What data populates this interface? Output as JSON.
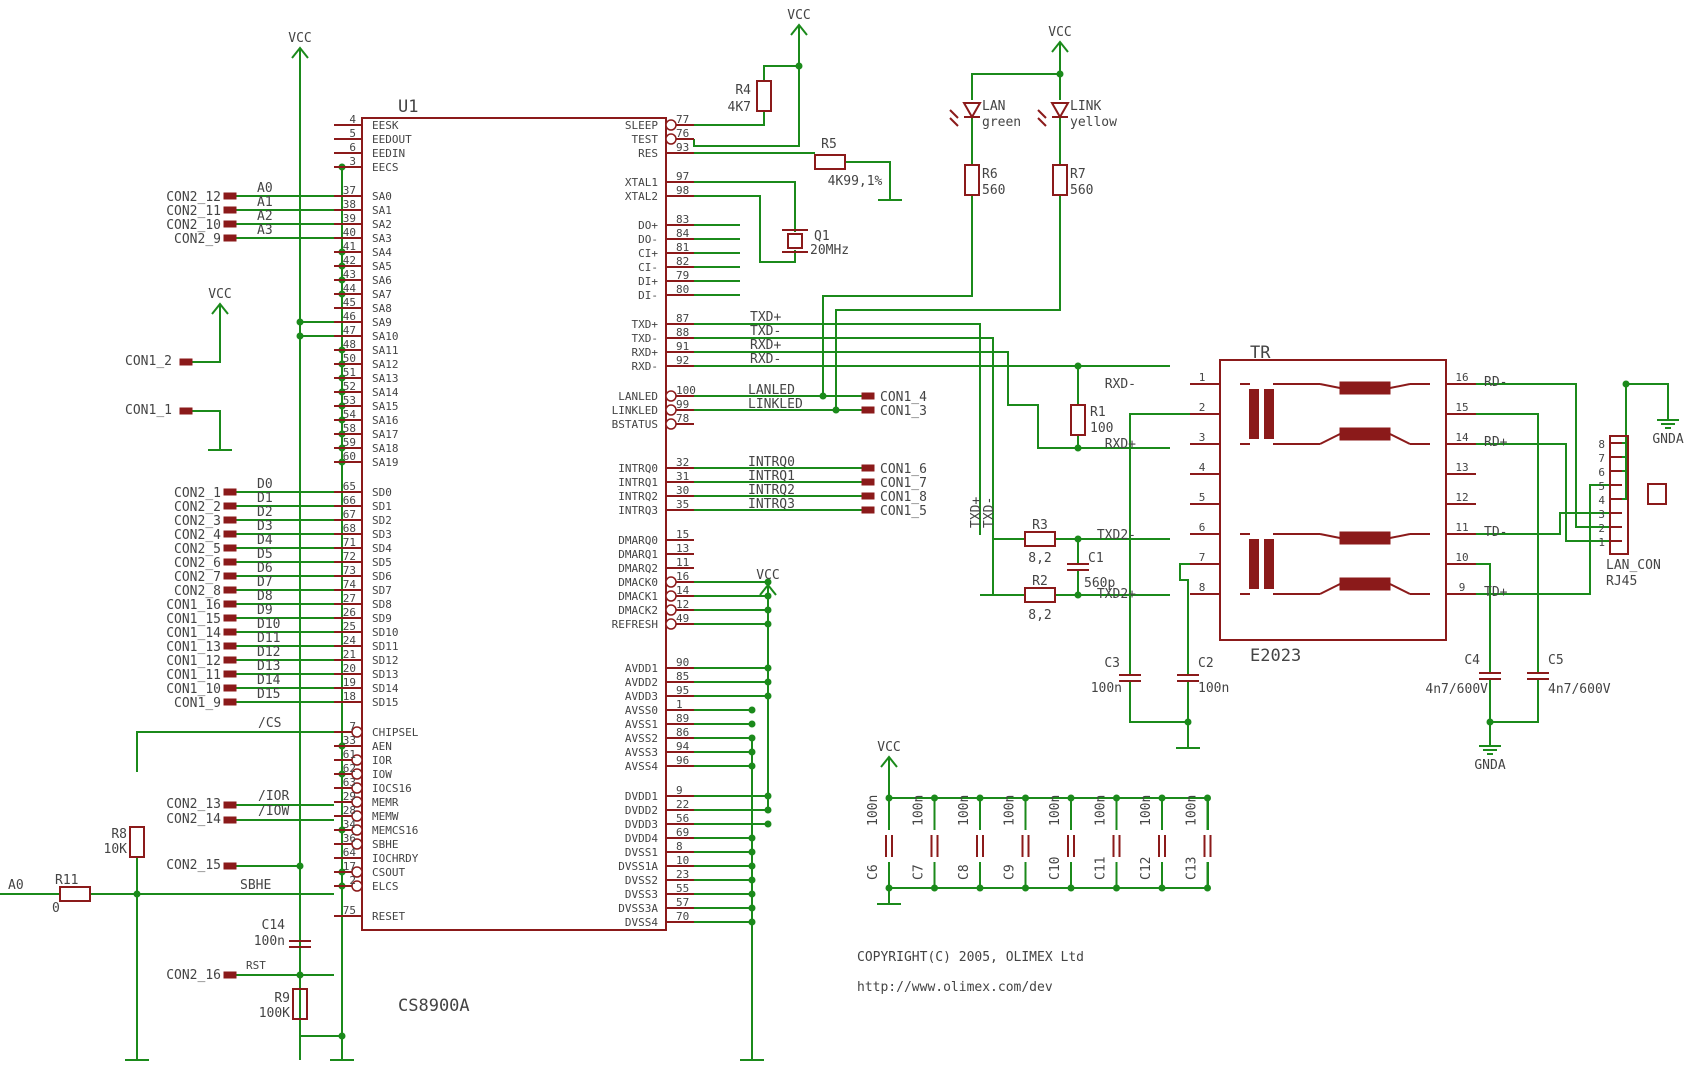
{
  "power": {
    "vcc": "VCC",
    "gnda": "GNDA"
  },
  "u1": {
    "ref": "U1",
    "value": "CS8900A",
    "left_pins": [
      {
        "num": "4",
        "name": "EESK"
      },
      {
        "num": "5",
        "name": "EEDOUT"
      },
      {
        "num": "6",
        "name": "EEDIN"
      },
      {
        "num": "3",
        "name": "EECS"
      },
      {
        "num": "37",
        "name": "SA0"
      },
      {
        "num": "38",
        "name": "SA1"
      },
      {
        "num": "39",
        "name": "SA2"
      },
      {
        "num": "40",
        "name": "SA3"
      },
      {
        "num": "41",
        "name": "SA4"
      },
      {
        "num": "42",
        "name": "SA5"
      },
      {
        "num": "43",
        "name": "SA6"
      },
      {
        "num": "44",
        "name": "SA7"
      },
      {
        "num": "45",
        "name": "SA8"
      },
      {
        "num": "46",
        "name": "SA9"
      },
      {
        "num": "47",
        "name": "SA10"
      },
      {
        "num": "48",
        "name": "SA11"
      },
      {
        "num": "50",
        "name": "SA12"
      },
      {
        "num": "51",
        "name": "SA13"
      },
      {
        "num": "52",
        "name": "SA14"
      },
      {
        "num": "53",
        "name": "SA15"
      },
      {
        "num": "54",
        "name": "SA16"
      },
      {
        "num": "58",
        "name": "SA17"
      },
      {
        "num": "59",
        "name": "SA18"
      },
      {
        "num": "60",
        "name": "SA19"
      },
      {
        "num": "65",
        "name": "SD0"
      },
      {
        "num": "66",
        "name": "SD1"
      },
      {
        "num": "67",
        "name": "SD2"
      },
      {
        "num": "68",
        "name": "SD3"
      },
      {
        "num": "71",
        "name": "SD4"
      },
      {
        "num": "72",
        "name": "SD5"
      },
      {
        "num": "73",
        "name": "SD6"
      },
      {
        "num": "74",
        "name": "SD7"
      },
      {
        "num": "27",
        "name": "SD8"
      },
      {
        "num": "26",
        "name": "SD9"
      },
      {
        "num": "25",
        "name": "SD10"
      },
      {
        "num": "24",
        "name": "SD11"
      },
      {
        "num": "21",
        "name": "SD12"
      },
      {
        "num": "20",
        "name": "SD13"
      },
      {
        "num": "19",
        "name": "SD14"
      },
      {
        "num": "18",
        "name": "SD15"
      },
      {
        "num": "7",
        "name": "CHIPSEL"
      },
      {
        "num": "33",
        "name": "AEN"
      },
      {
        "num": "61",
        "name": "IOR"
      },
      {
        "num": "62",
        "name": "IOW"
      },
      {
        "num": "63",
        "name": "IOCS16"
      },
      {
        "num": "29",
        "name": "MEMR"
      },
      {
        "num": "28",
        "name": "MEMW"
      },
      {
        "num": "34",
        "name": "MEMCS16"
      },
      {
        "num": "36",
        "name": "SBHE"
      },
      {
        "num": "64",
        "name": "IOCHRDY"
      },
      {
        "num": "17",
        "name": "CSOUT"
      },
      {
        "num": "2",
        "name": "ELCS"
      },
      {
        "num": "75",
        "name": "RESET"
      }
    ],
    "right_pins": [
      {
        "num": "77",
        "name": "SLEEP"
      },
      {
        "num": "76",
        "name": "TEST"
      },
      {
        "num": "93",
        "name": "RES"
      },
      {
        "num": "97",
        "name": "XTAL1"
      },
      {
        "num": "98",
        "name": "XTAL2"
      },
      {
        "num": "83",
        "name": "DO+"
      },
      {
        "num": "84",
        "name": "DO-"
      },
      {
        "num": "81",
        "name": "CI+"
      },
      {
        "num": "82",
        "name": "CI-"
      },
      {
        "num": "79",
        "name": "DI+"
      },
      {
        "num": "80",
        "name": "DI-"
      },
      {
        "num": "87",
        "name": "TXD+"
      },
      {
        "num": "88",
        "name": "TXD-"
      },
      {
        "num": "91",
        "name": "RXD+"
      },
      {
        "num": "92",
        "name": "RXD-"
      },
      {
        "num": "100",
        "name": "LANLED"
      },
      {
        "num": "99",
        "name": "LINKLED"
      },
      {
        "num": "78",
        "name": "BSTATUS"
      },
      {
        "num": "32",
        "name": "INTRQ0"
      },
      {
        "num": "31",
        "name": "INTRQ1"
      },
      {
        "num": "30",
        "name": "INTRQ2"
      },
      {
        "num": "35",
        "name": "INTRQ3"
      },
      {
        "num": "15",
        "name": "DMARQ0"
      },
      {
        "num": "13",
        "name": "DMARQ1"
      },
      {
        "num": "11",
        "name": "DMARQ2"
      },
      {
        "num": "16",
        "name": "DMACK0"
      },
      {
        "num": "14",
        "name": "DMACK1"
      },
      {
        "num": "12",
        "name": "DMACK2"
      },
      {
        "num": "49",
        "name": "REFRESH"
      },
      {
        "num": "90",
        "name": "AVDD1"
      },
      {
        "num": "85",
        "name": "AVDD2"
      },
      {
        "num": "95",
        "name": "AVDD3"
      },
      {
        "num": "1",
        "name": "AVSS0"
      },
      {
        "num": "89",
        "name": "AVSS1"
      },
      {
        "num": "86",
        "name": "AVSS2"
      },
      {
        "num": "94",
        "name": "AVSS3"
      },
      {
        "num": "96",
        "name": "AVSS4"
      },
      {
        "num": "9",
        "name": "DVDD1"
      },
      {
        "num": "22",
        "name": "DVDD2"
      },
      {
        "num": "56",
        "name": "DVDD3"
      },
      {
        "num": "69",
        "name": "DVDD4"
      },
      {
        "num": "8",
        "name": "DVSS1"
      },
      {
        "num": "10",
        "name": "DVSS1A"
      },
      {
        "num": "23",
        "name": "DVSS2"
      },
      {
        "num": "55",
        "name": "DVSS3"
      },
      {
        "num": "57",
        "name": "DVSS3A"
      },
      {
        "num": "70",
        "name": "DVSS4"
      }
    ]
  },
  "left_connectors": [
    {
      "con": "CON2_12",
      "net": "A0"
    },
    {
      "con": "CON2_11",
      "net": "A1"
    },
    {
      "con": "CON2_10",
      "net": "A2"
    },
    {
      "con": "CON2_9",
      "net": "A3"
    },
    {
      "con": "CON2_1",
      "net": "D0"
    },
    {
      "con": "CON2_2",
      "net": "D1"
    },
    {
      "con": "CON2_3",
      "net": "D2"
    },
    {
      "con": "CON2_4",
      "net": "D3"
    },
    {
      "con": "CON2_5",
      "net": "D4"
    },
    {
      "con": "CON2_6",
      "net": "D5"
    },
    {
      "con": "CON2_7",
      "net": "D6"
    },
    {
      "con": "CON2_8",
      "net": "D7"
    },
    {
      "con": "CON1_16",
      "net": "D8"
    },
    {
      "con": "CON1_15",
      "net": "D9"
    },
    {
      "con": "CON1_14",
      "net": "D10"
    },
    {
      "con": "CON1_13",
      "net": "D11"
    },
    {
      "con": "CON1_12",
      "net": "D12"
    },
    {
      "con": "CON1_11",
      "net": "D13"
    },
    {
      "con": "CON1_10",
      "net": "D14"
    },
    {
      "con": "CON1_9",
      "net": "D15"
    }
  ],
  "con1_2": "CON1_2",
  "con1_1": "CON1_1",
  "misc_left": {
    "cs": "/CS",
    "con2_13": "CON2_13",
    "ior": "/IOR",
    "con2_14": "CON2_14",
    "iow": "/IOW",
    "con2_15": "CON2_15",
    "sbhe": "SBHE",
    "a0": "A0",
    "con2_16": "CON2_16",
    "rst": "RST"
  },
  "right_connectors": [
    {
      "net": "LANLED",
      "con": "CON1_4"
    },
    {
      "net": "LINKLED",
      "con": "CON1_3"
    },
    {
      "net": "INTRQ0",
      "con": "CON1_6"
    },
    {
      "net": "INTRQ1",
      "con": "CON1_7"
    },
    {
      "net": "INTRQ2",
      "con": "CON1_8"
    },
    {
      "net": "INTRQ3",
      "con": "CON1_5"
    }
  ],
  "nets": {
    "txdp": "TXD+",
    "txdm": "TXD-",
    "rxdp": "RXD+",
    "rxdm": "RXD-",
    "txd2m": "TXD2-",
    "txd2p": "TXD2+"
  },
  "parts": {
    "r4": {
      "ref": "R4",
      "val": "4K7"
    },
    "r5": {
      "ref": "R5",
      "val": "4K99,1%"
    },
    "q1": {
      "ref": "Q1",
      "val": "20MHz"
    },
    "r6": {
      "ref": "R6",
      "val": "560"
    },
    "r7": {
      "ref": "R7",
      "val": "560"
    },
    "led_lan": {
      "ref": "LAN",
      "val": "green"
    },
    "led_link": {
      "ref": "LINK",
      "val": "yellow"
    },
    "r1": {
      "ref": "R1",
      "val": "100"
    },
    "r3": {
      "ref": "R3",
      "val": "8,2"
    },
    "r2": {
      "ref": "R2",
      "val": "8,2"
    },
    "c1": {
      "ref": "C1",
      "val": "560p"
    },
    "c3": {
      "ref": "C3",
      "val": "100n"
    },
    "c2": {
      "ref": "C2",
      "val": "100n"
    },
    "c4": {
      "ref": "C4",
      "val": "4n7/600V"
    },
    "c5": {
      "ref": "C5",
      "val": "4n7/600V"
    },
    "r8": {
      "ref": "R8",
      "val": "10K"
    },
    "r11": {
      "ref": "R11",
      "val": "0"
    },
    "c14": {
      "ref": "C14",
      "val": "100n"
    },
    "r9": {
      "ref": "R9",
      "val": "100K"
    }
  },
  "tr": {
    "ref": "TR",
    "val": "E2023",
    "left_pins": [
      {
        "num": "1",
        "net": "RXD-"
      },
      {
        "num": "2",
        "net": ""
      },
      {
        "num": "3",
        "net": "RXD+"
      },
      {
        "num": "4",
        "net": ""
      },
      {
        "num": "5",
        "net": ""
      },
      {
        "num": "6",
        "net": "TXD2-"
      },
      {
        "num": "7",
        "net": ""
      },
      {
        "num": "8",
        "net": "TXD2+"
      }
    ],
    "right_pins": [
      {
        "num": "16",
        "net": "RD-"
      },
      {
        "num": "15",
        "net": ""
      },
      {
        "num": "14",
        "net": "RD+"
      },
      {
        "num": "13",
        "net": ""
      },
      {
        "num": "12",
        "net": ""
      },
      {
        "num": "11",
        "net": "TD-"
      },
      {
        "num": "10",
        "net": ""
      },
      {
        "num": "9",
        "net": "TD+"
      }
    ]
  },
  "rj45": {
    "ref": "LAN_CON",
    "val": "RJ45",
    "pins": [
      "8",
      "7",
      "6",
      "5",
      "4",
      "3",
      "2",
      "1"
    ]
  },
  "decoupling": [
    {
      "ref": "C6",
      "val": "100n"
    },
    {
      "ref": "C7",
      "val": "100n"
    },
    {
      "ref": "C8",
      "val": "100n"
    },
    {
      "ref": "C9",
      "val": "100n"
    },
    {
      "ref": "C10",
      "val": "100n"
    },
    {
      "ref": "C11",
      "val": "100n"
    },
    {
      "ref": "C12",
      "val": "100n"
    },
    {
      "ref": "C13",
      "val": "100n"
    }
  ],
  "copyright": "COPYRIGHT(C) 2005, OLIMEX Ltd",
  "url": "http://www.olimex.com/dev"
}
